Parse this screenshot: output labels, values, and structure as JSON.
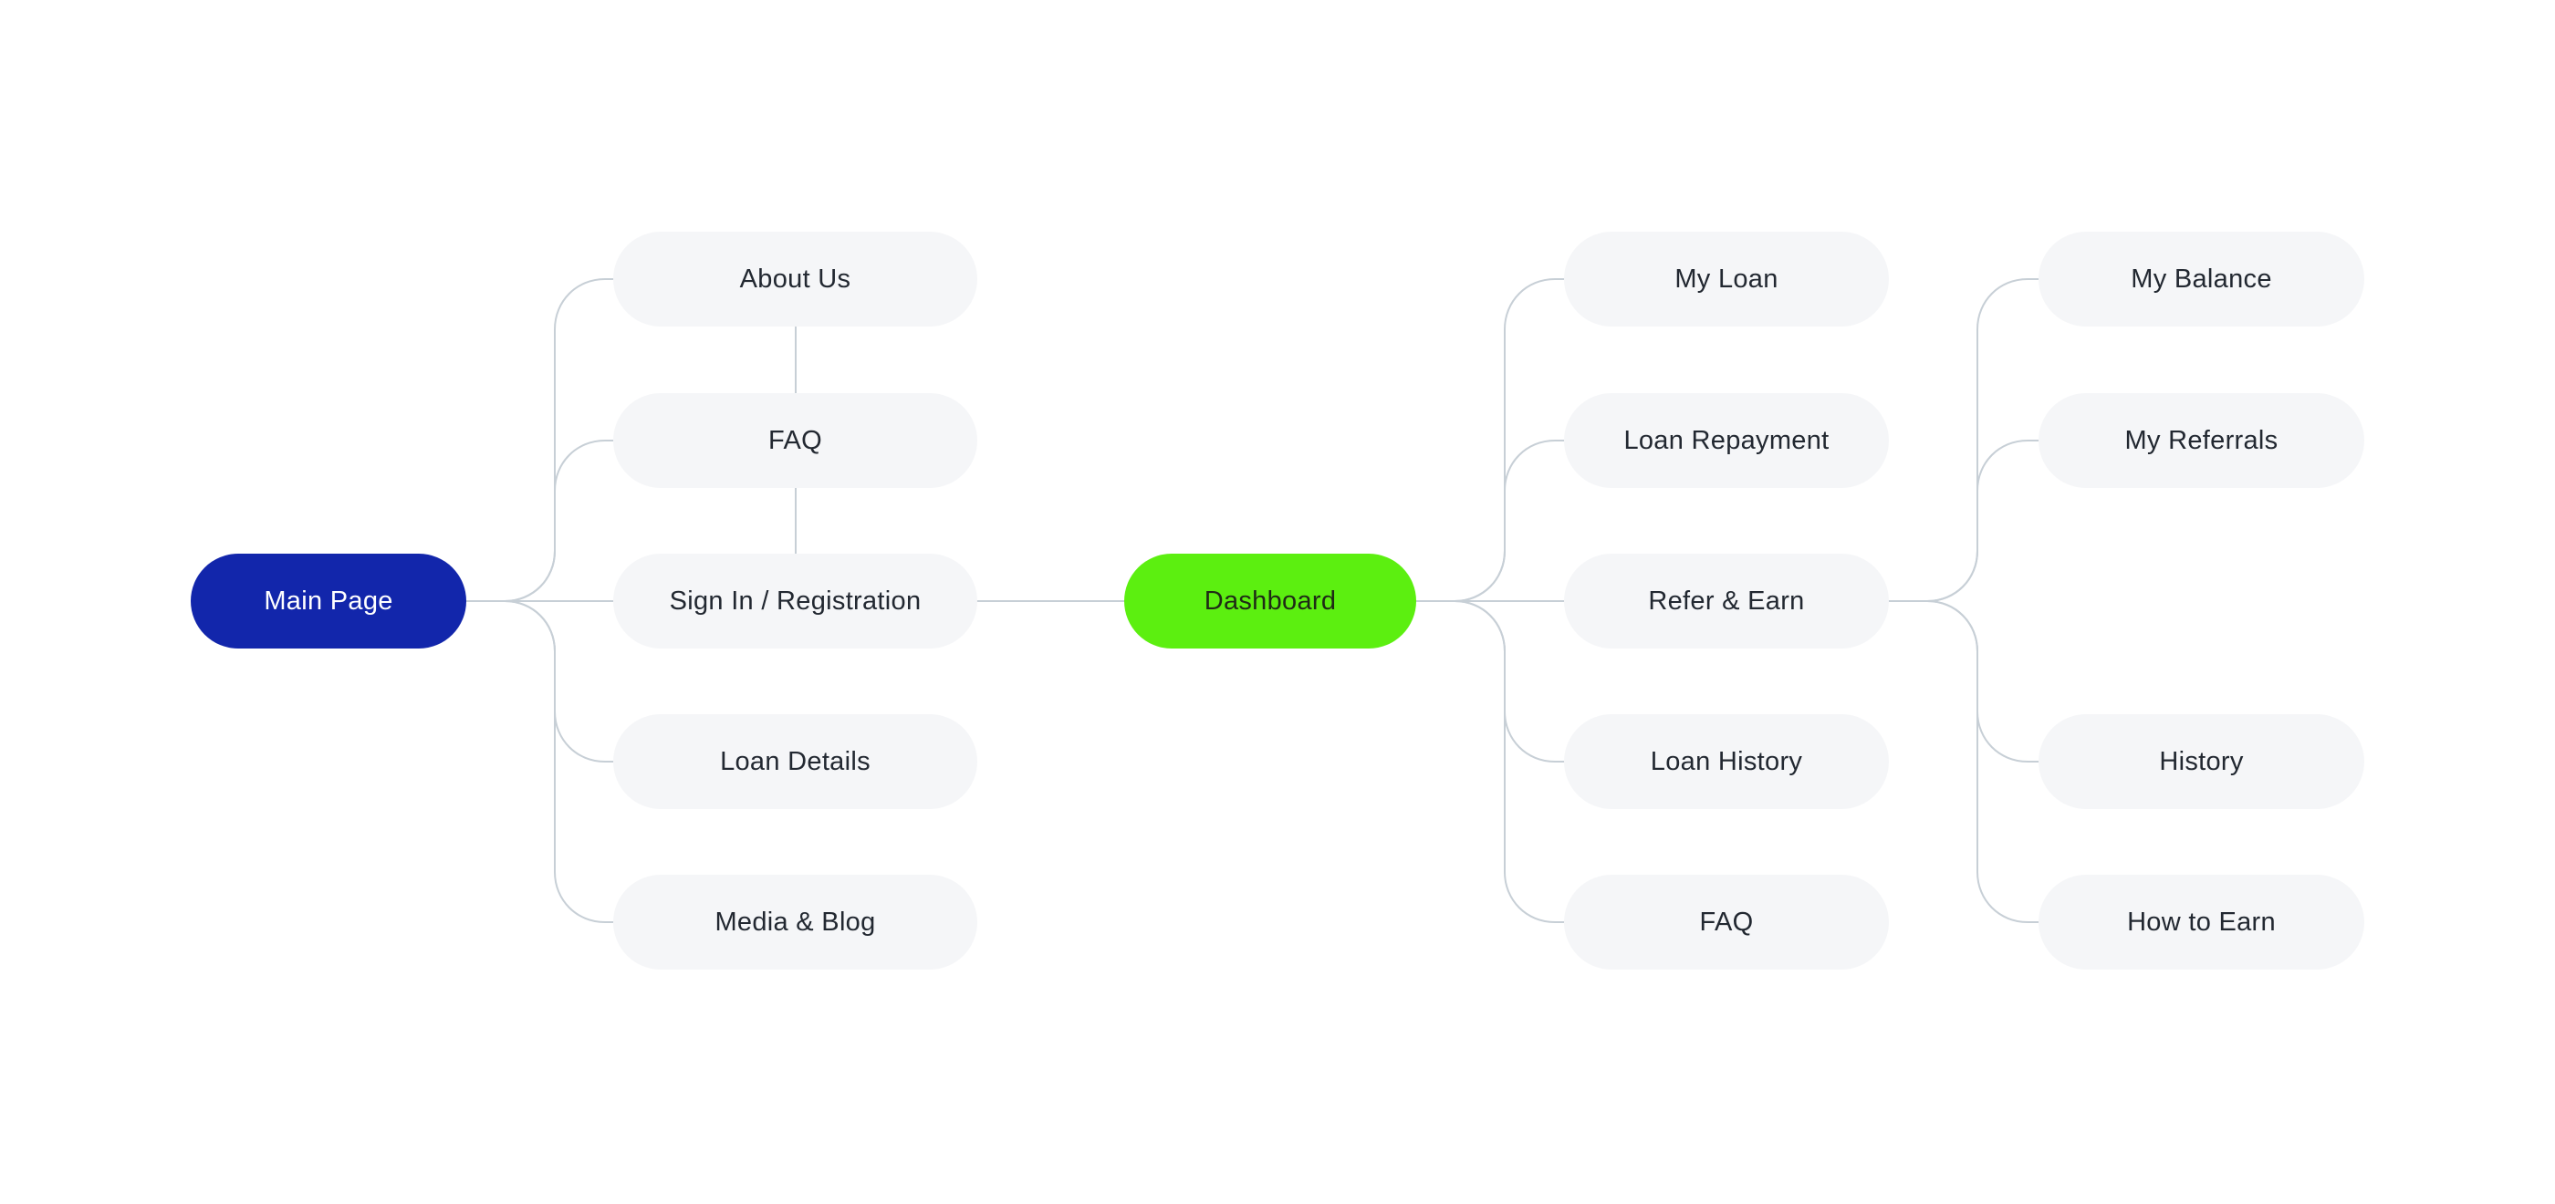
{
  "diagram": {
    "title": "Loan service sitemap flowchart",
    "colors": {
      "background": "#ffffff",
      "root_node": "#1226ab",
      "highlight_node": "#5cef10",
      "default_node": "#f5f6f8",
      "connector": "#c7cfd6",
      "text_dark": "#222831",
      "text_light": "#ffffff"
    },
    "nodes": {
      "main_page": {
        "label": "Main Page"
      },
      "about_us": {
        "label": "About Us"
      },
      "faq_main": {
        "label": "FAQ"
      },
      "sign_in": {
        "label": "Sign In / Registration"
      },
      "loan_details": {
        "label": "Loan Details"
      },
      "media_blog": {
        "label": "Media & Blog"
      },
      "dashboard": {
        "label": "Dashboard"
      },
      "my_loan": {
        "label": "My Loan"
      },
      "loan_repayment": {
        "label": "Loan Repayment"
      },
      "refer_earn": {
        "label": "Refer & Earn"
      },
      "loan_history": {
        "label": "Loan History"
      },
      "faq_dashboard": {
        "label": "FAQ"
      },
      "my_balance": {
        "label": "My Balance"
      },
      "my_referrals": {
        "label": "My Referrals"
      },
      "history": {
        "label": "History"
      },
      "how_to_earn": {
        "label": "How to Earn"
      }
    },
    "edges": [
      {
        "from": "main_page",
        "to": "about_us"
      },
      {
        "from": "main_page",
        "to": "faq_main"
      },
      {
        "from": "main_page",
        "to": "sign_in"
      },
      {
        "from": "main_page",
        "to": "loan_details"
      },
      {
        "from": "main_page",
        "to": "media_blog"
      },
      {
        "from": "about_us",
        "to": "faq_main"
      },
      {
        "from": "faq_main",
        "to": "sign_in"
      },
      {
        "from": "sign_in",
        "to": "dashboard"
      },
      {
        "from": "dashboard",
        "to": "my_loan"
      },
      {
        "from": "dashboard",
        "to": "loan_repayment"
      },
      {
        "from": "dashboard",
        "to": "refer_earn"
      },
      {
        "from": "dashboard",
        "to": "loan_history"
      },
      {
        "from": "dashboard",
        "to": "faq_dashboard"
      },
      {
        "from": "refer_earn",
        "to": "my_balance"
      },
      {
        "from": "refer_earn",
        "to": "my_referrals"
      },
      {
        "from": "refer_earn",
        "to": "history"
      },
      {
        "from": "refer_earn",
        "to": "how_to_earn"
      }
    ]
  }
}
